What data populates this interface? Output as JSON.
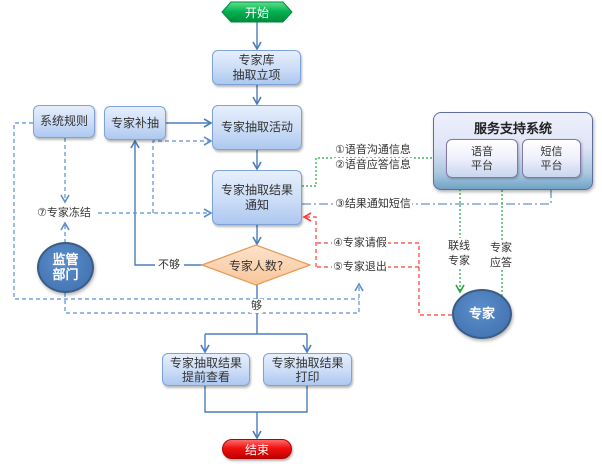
{
  "nodes": {
    "start": "开始",
    "expert_library": {
      "line1": "专家库",
      "line2": "抽取立项"
    },
    "system_rules": "系统规则",
    "supplementary_extraction": "专家补抽",
    "extraction_activity": "专家抽取活动",
    "result_notification": {
      "line1": "专家抽取结果",
      "line2": "通知"
    },
    "expert_count_check": "专家人数?",
    "supervision_department": {
      "line1": "监管",
      "line2": "部门"
    },
    "result_preview": {
      "line1": "专家抽取结果",
      "line2": "提前查看"
    },
    "result_print": {
      "line1": "专家抽取结果",
      "line2": "打印"
    },
    "end": "结束",
    "service_system": {
      "title": "服务支持系统",
      "voice_platform": {
        "line1": "语音",
        "line2": "平台"
      },
      "sms_platform": {
        "line1": "短信",
        "line2": "平台"
      }
    },
    "expert": "专家"
  },
  "labels": {
    "voice_communication_info": "①语音沟通信息",
    "voice_response_info": "②语音应答信息",
    "result_sms": "③结果通知短信",
    "expert_leave": "④专家请假",
    "expert_exit": "⑤专家退出",
    "expert_freeze": "⑦专家冻结",
    "not_enough": "不够",
    "enough": "够",
    "connect_expert": {
      "line1": "联线",
      "line2": "专家"
    },
    "expert_response": {
      "line1": "专家",
      "line2": "应答"
    }
  },
  "colors": {
    "flow_line": "#4a7ebb",
    "dashed_control": "#5b8fd0",
    "voice_channel": "#1faa3a",
    "sms_channel": "#6a93c8",
    "expert_feedback": "#ff3c3c",
    "start": "#00a84f",
    "end": "#e00000",
    "decision_fill": "#fcd3b0",
    "ellipse_fill": "#4f81bd"
  }
}
